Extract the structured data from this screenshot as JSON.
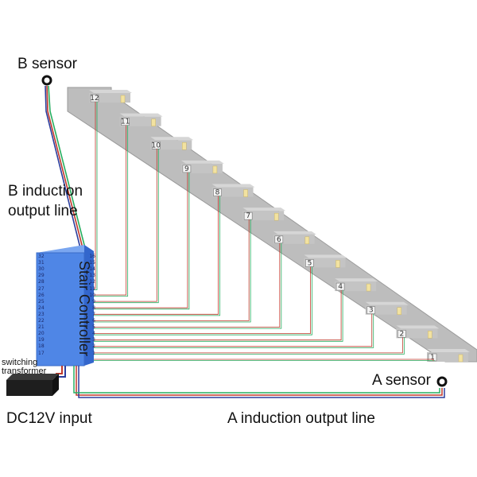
{
  "labels": {
    "b_sensor": "B sensor",
    "b_induction_1": "B induction",
    "b_induction_2": "output line",
    "controller": "Stair Controller",
    "switching_1": "switching",
    "switching_2": "transformer",
    "a_sensor": "A sensor",
    "dc_input": "DC12V input",
    "a_induction": "A induction output line"
  },
  "left_pins": [
    "32",
    "31",
    "30",
    "29",
    "28",
    "27",
    "26",
    "25",
    "24",
    "23",
    "22",
    "21",
    "20",
    "19",
    "18",
    "17"
  ],
  "right_pins": [
    "16",
    "15",
    "14",
    "13",
    "12",
    "11",
    "10",
    "9",
    "8",
    "7",
    "6",
    "5",
    "4",
    "3",
    "2",
    "1"
  ],
  "steps": [
    "1",
    "2",
    "3",
    "4",
    "5",
    "6",
    "7",
    "8",
    "9",
    "10",
    "11",
    "12"
  ],
  "colors": {
    "controller": "#4f86e6",
    "stair": "#b9b9b9",
    "lamp": "#f2e2a0",
    "wire_red": "#c0392b",
    "wire_green": "#27ae60",
    "wire_blue": "#2c3e9e"
  }
}
